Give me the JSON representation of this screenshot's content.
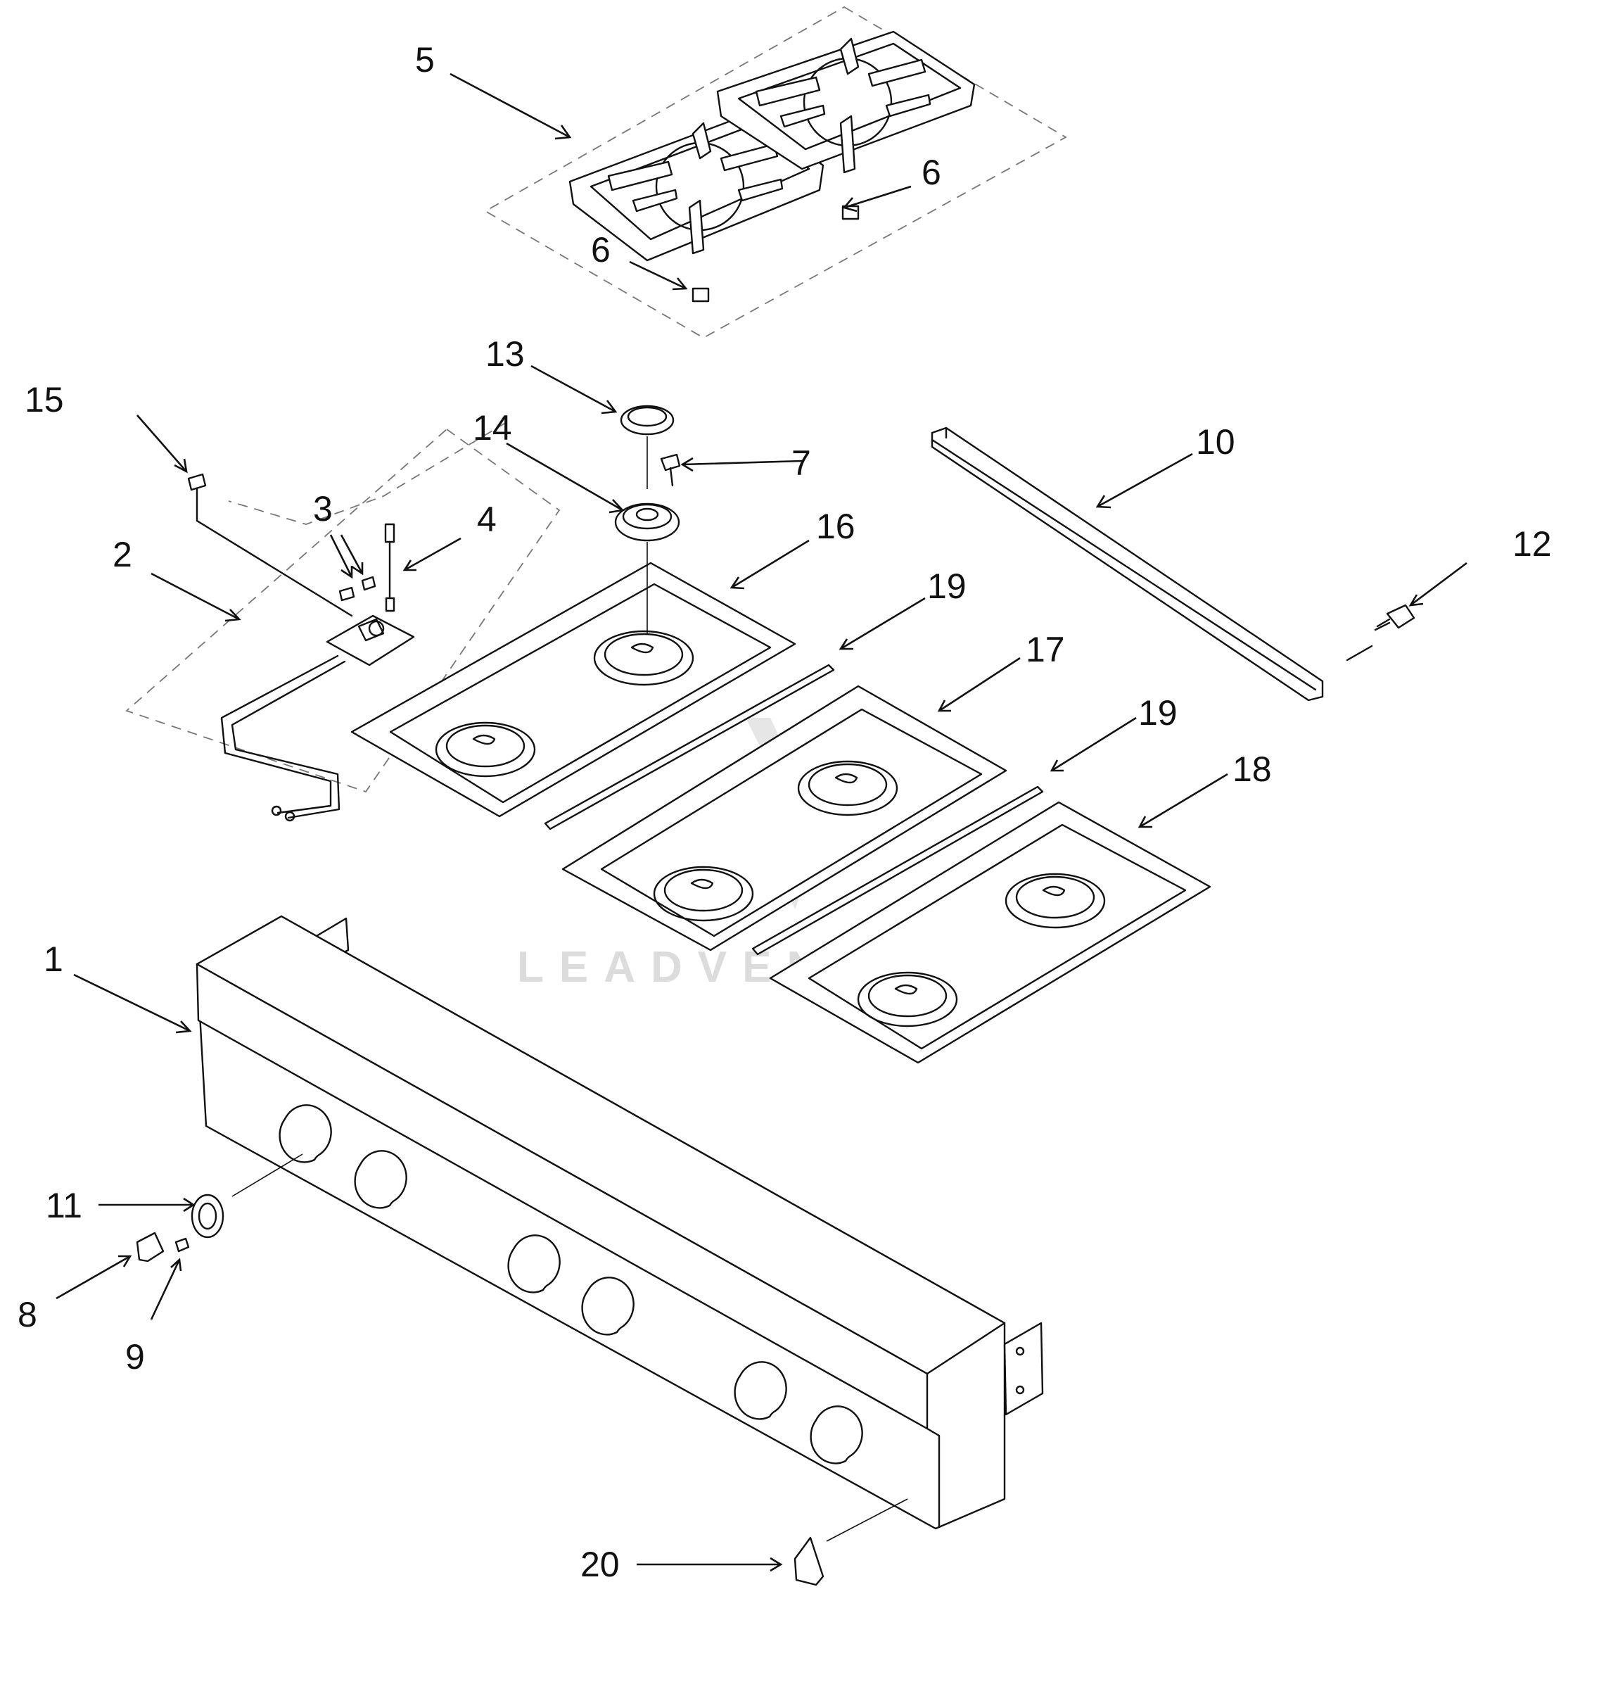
{
  "diagram": {
    "callouts": [
      {
        "id": "c5",
        "label": "5"
      },
      {
        "id": "c6a",
        "label": "6"
      },
      {
        "id": "c6b",
        "label": "6"
      },
      {
        "id": "c13",
        "label": "13"
      },
      {
        "id": "c15",
        "label": "15"
      },
      {
        "id": "c14",
        "label": "14"
      },
      {
        "id": "c7",
        "label": "7"
      },
      {
        "id": "c10",
        "label": "10"
      },
      {
        "id": "c3",
        "label": "3"
      },
      {
        "id": "c4",
        "label": "4"
      },
      {
        "id": "c2",
        "label": "2"
      },
      {
        "id": "c16",
        "label": "16"
      },
      {
        "id": "c12",
        "label": "12"
      },
      {
        "id": "c19a",
        "label": "19"
      },
      {
        "id": "c17",
        "label": "17"
      },
      {
        "id": "c19b",
        "label": "19"
      },
      {
        "id": "c18",
        "label": "18"
      },
      {
        "id": "c1",
        "label": "1"
      },
      {
        "id": "c11",
        "label": "11"
      },
      {
        "id": "c8",
        "label": "8"
      },
      {
        "id": "c9",
        "label": "9"
      },
      {
        "id": "c20",
        "label": "20"
      }
    ],
    "watermark": "LEADVENTURE",
    "colors": {
      "line": "#111111",
      "dashed_outline": "#777777",
      "watermark": "#d9d9d9",
      "background": "#ffffff"
    }
  }
}
